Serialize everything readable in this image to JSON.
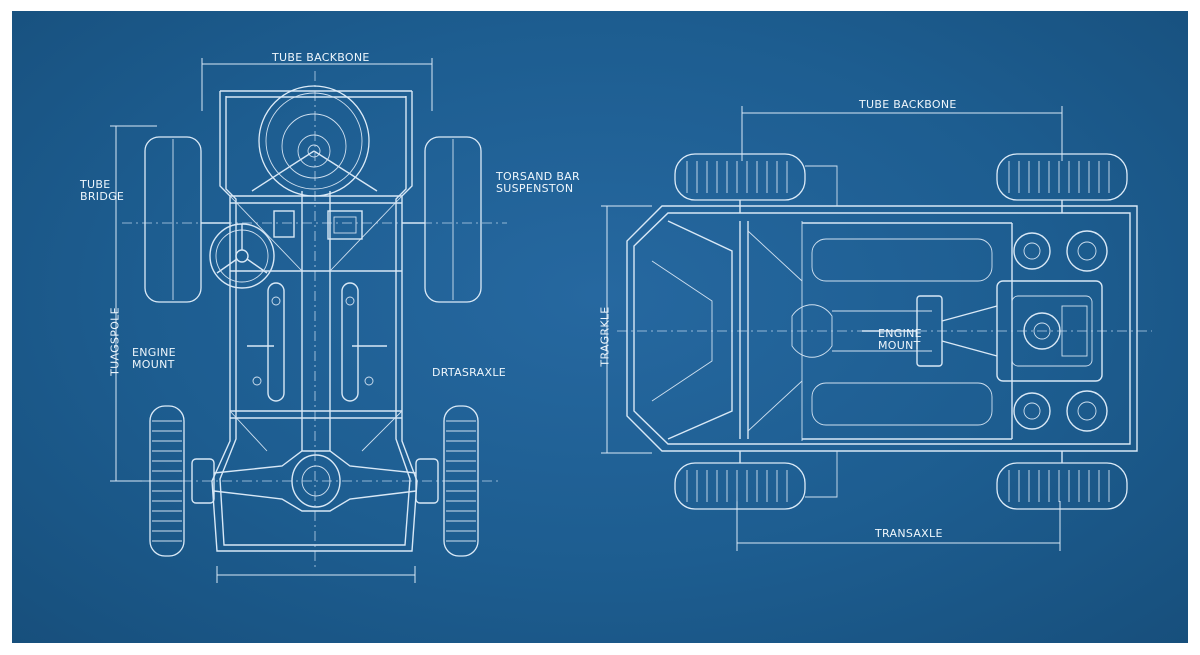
{
  "labels": {
    "left_tube_backbone": "TUBE BACKBONE",
    "left_tube_bridge": "TUBE\nBRIDGE",
    "left_torsion_bar": "TORSAND BAR\nSUSPENSTON",
    "left_trackpole": "TUAGSPOLE",
    "left_engine_mount": "ENGINE\nMOUNT",
    "left_drtasraxle": "DRTASRAXLE",
    "right_tube_backbone": "TUBE BACKBONE",
    "right_trackle": "TRAGRKLE",
    "right_engine_mount": "ENGINE\nMOUNT",
    "right_transaxle": "TRANSAXLE"
  },
  "colors": {
    "background": "#1d5d90",
    "line": "#d8e8f6"
  }
}
